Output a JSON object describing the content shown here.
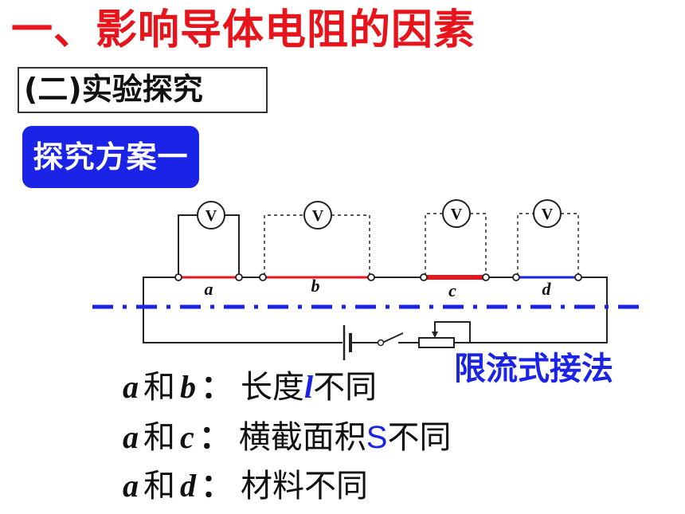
{
  "title": "一、影响导体电阻的因素",
  "subtitle": "(二)实验探究",
  "scheme_button": "探究方案一",
  "circuit": {
    "voltmeter_symbol": "V",
    "segment_labels": [
      "a",
      "b",
      "c",
      "d"
    ],
    "segment_colors": [
      "#e8141c",
      "#e8141c",
      "#e8141c",
      "#1a23e6"
    ]
  },
  "method_label": "限流式接法",
  "comparisons": [
    {
      "left": "a",
      "connector": "和",
      "right": "b",
      "colon": "：",
      "desc_pre": "长度",
      "highlight": "l",
      "desc_post": "不同"
    },
    {
      "left": "a",
      "connector": "和",
      "right": "c",
      "colon": "：",
      "desc_pre": "横截面积",
      "highlight": "S",
      "desc_post": "不同"
    },
    {
      "left": "a",
      "connector": "和",
      "right": "d",
      "colon": "：",
      "desc_pre": "材料不同",
      "highlight": "",
      "desc_post": ""
    }
  ]
}
